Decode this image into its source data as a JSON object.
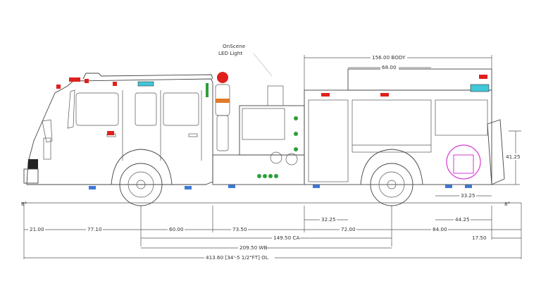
{
  "callout": {
    "line1": "OnScene",
    "line2": "LED Light"
  },
  "dimensions": {
    "body": "156.00 BODY",
    "compartment": "68.00",
    "rear_height": "41.25",
    "approach": "8°",
    "departure": "8°",
    "front_overhang": "21.00",
    "front_to_axle": "77.10",
    "axle_to_cab": "60.00",
    "cab_to_body": "73.50",
    "body_to_rear_axle": "72.00",
    "rear_axle_to_end": "84.00",
    "pump_panel": "32.25",
    "rear_comp_a": "44.25",
    "rear_comp_b": "33.25",
    "rear_step": "17.50",
    "ca": "149.50 CA",
    "wb": "209.50 WB",
    "ol": "413.60 [34'-5 1/2\"FT] OL"
  },
  "colors": {
    "warning_red": "#e0201c",
    "led_cyan": "#40c8d8",
    "ground_blue": "#3c78d8",
    "valve_green": "#2e9e3a",
    "logo_magenta": "#d63ad6",
    "firefighter_orange": "#e07a2a"
  }
}
